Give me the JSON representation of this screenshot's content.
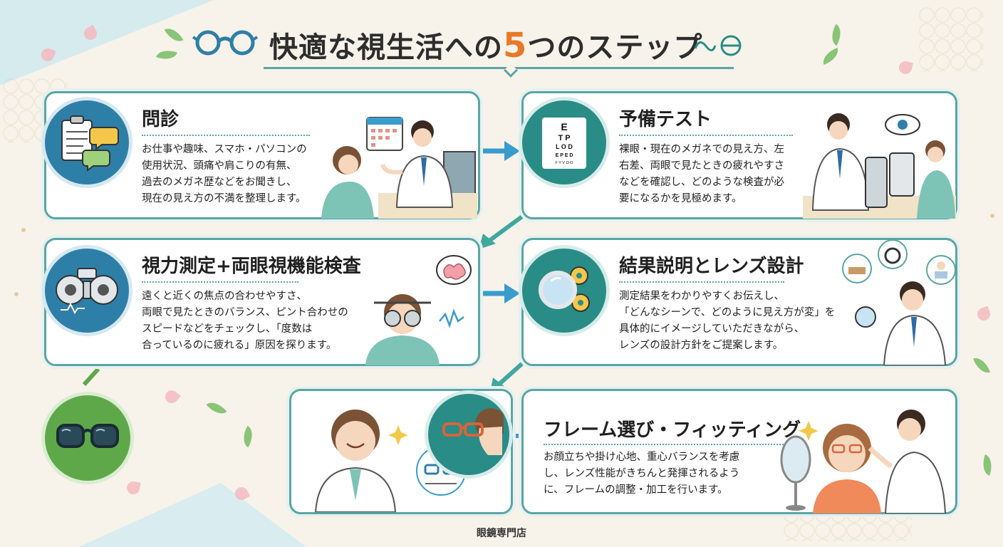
{
  "title": {
    "prefix": "快適な視生活への",
    "number": "5",
    "suffix": "つのステップ"
  },
  "steps": [
    {
      "title": "問診",
      "body": [
        "お仕事や趣味、スマホ・パソコンの",
        "使用状況、頭痛や肩こりの有無、",
        "過去のメガネ歴などをお聞きし、",
        "現在の見え方の不満を整理します。"
      ]
    },
    {
      "title": "予備テスト",
      "body": [
        "裸眼・現在のメガネでの見え方、左",
        "右差、両眼で見たときの疲れやすさ",
        "などを確認し、どのような検査が必",
        "要になるかを見極めます。"
      ]
    },
    {
      "title": "視力測定+両眼視機能検査",
      "body": [
        "遠くと近くの焦点の合わせやすさ、",
        "両眼で見たときのバランス、ピント合わせの",
        "スピードなどをチェックし、「度数は",
        "合っているのに疲れる」原因を探ります。"
      ]
    },
    {
      "title": "結果説明とレンズ設計",
      "body": [
        "測定結果をわかりやすくお伝えし、",
        "「どんなシーンで、どのように見え方が変」を",
        "具体的にイメージしていただきながら、",
        "レンズの設計方針をご提案します。"
      ]
    },
    {
      "title": "フレーム選び・フィッティング",
      "body": [
        "お顔立ちや掛け心地、重心バランスを考慮",
        "し、レンズ性能がきちんと発揮されるよう",
        "に、フレームの調整・加工を行います。"
      ]
    }
  ],
  "eye_chart": {
    "lines": [
      "E",
      "T P",
      "L O D",
      "E P E D",
      "F Y V O O"
    ]
  },
  "footer": "眼鏡専門店",
  "colors": {
    "teal": "#2a8c86",
    "border": "#5aa6a3",
    "accent_orange": "#e8792b",
    "blue_arrow": "#3a9ccc",
    "green": "#5fa84a",
    "background": "#f7f3ea"
  },
  "icons": [
    "glasses-icon",
    "clipboard-icon",
    "chat-bubble-icon",
    "eye-chart-icon",
    "phoropter-icon",
    "magnifier-gear-icon",
    "green-glasses-icon",
    "eye-icon",
    "brain-icon",
    "calendar-icon"
  ]
}
